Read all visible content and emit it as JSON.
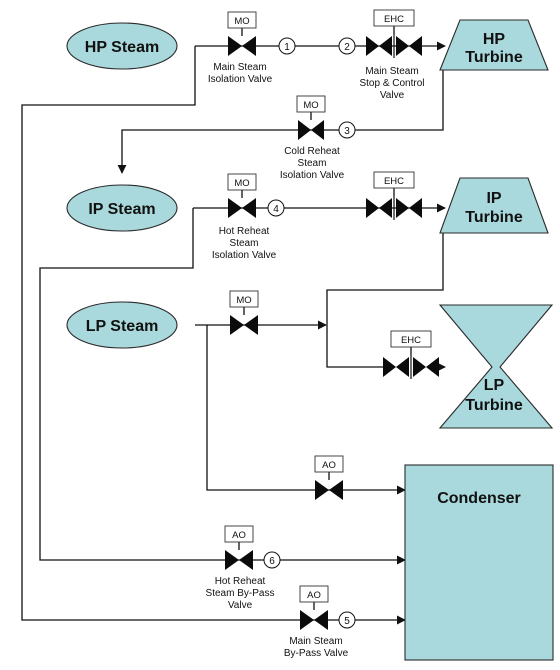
{
  "colors": {
    "node_fill": "#a9d9dc",
    "line": "#111111"
  },
  "sources": [
    {
      "label": "HP Steam"
    },
    {
      "label": "IP Steam"
    },
    {
      "label": "LP Steam"
    }
  ],
  "turbines": [
    {
      "line1": "HP",
      "line2": "Turbine"
    },
    {
      "line1": "IP",
      "line2": "Turbine"
    },
    {
      "line1": "LP",
      "line2": "Turbine"
    }
  ],
  "condenser": {
    "label": "Condenser"
  },
  "tags": [
    "MO",
    "EHC",
    "MO",
    "MO",
    "EHC",
    "MO",
    "EHC",
    "AO",
    "AO",
    "AO"
  ],
  "numbers": [
    "1",
    "2",
    "3",
    "4",
    "6",
    "5"
  ],
  "valve_captions": [
    {
      "lines": [
        "Main Steam",
        "Isolation Valve"
      ]
    },
    {
      "lines": [
        "Main Steam",
        "Stop & Control",
        "Valve"
      ]
    },
    {
      "lines": [
        "Cold Reheat",
        "Steam",
        "Isolation Valve"
      ]
    },
    {
      "lines": [
        "Hot Reheat",
        "Steam",
        "Isolation Valve"
      ]
    },
    {
      "lines": [
        "Hot Reheat",
        "Steam By-Pass",
        "Valve"
      ]
    },
    {
      "lines": [
        "Main Steam",
        "By-Pass Valve"
      ]
    }
  ]
}
